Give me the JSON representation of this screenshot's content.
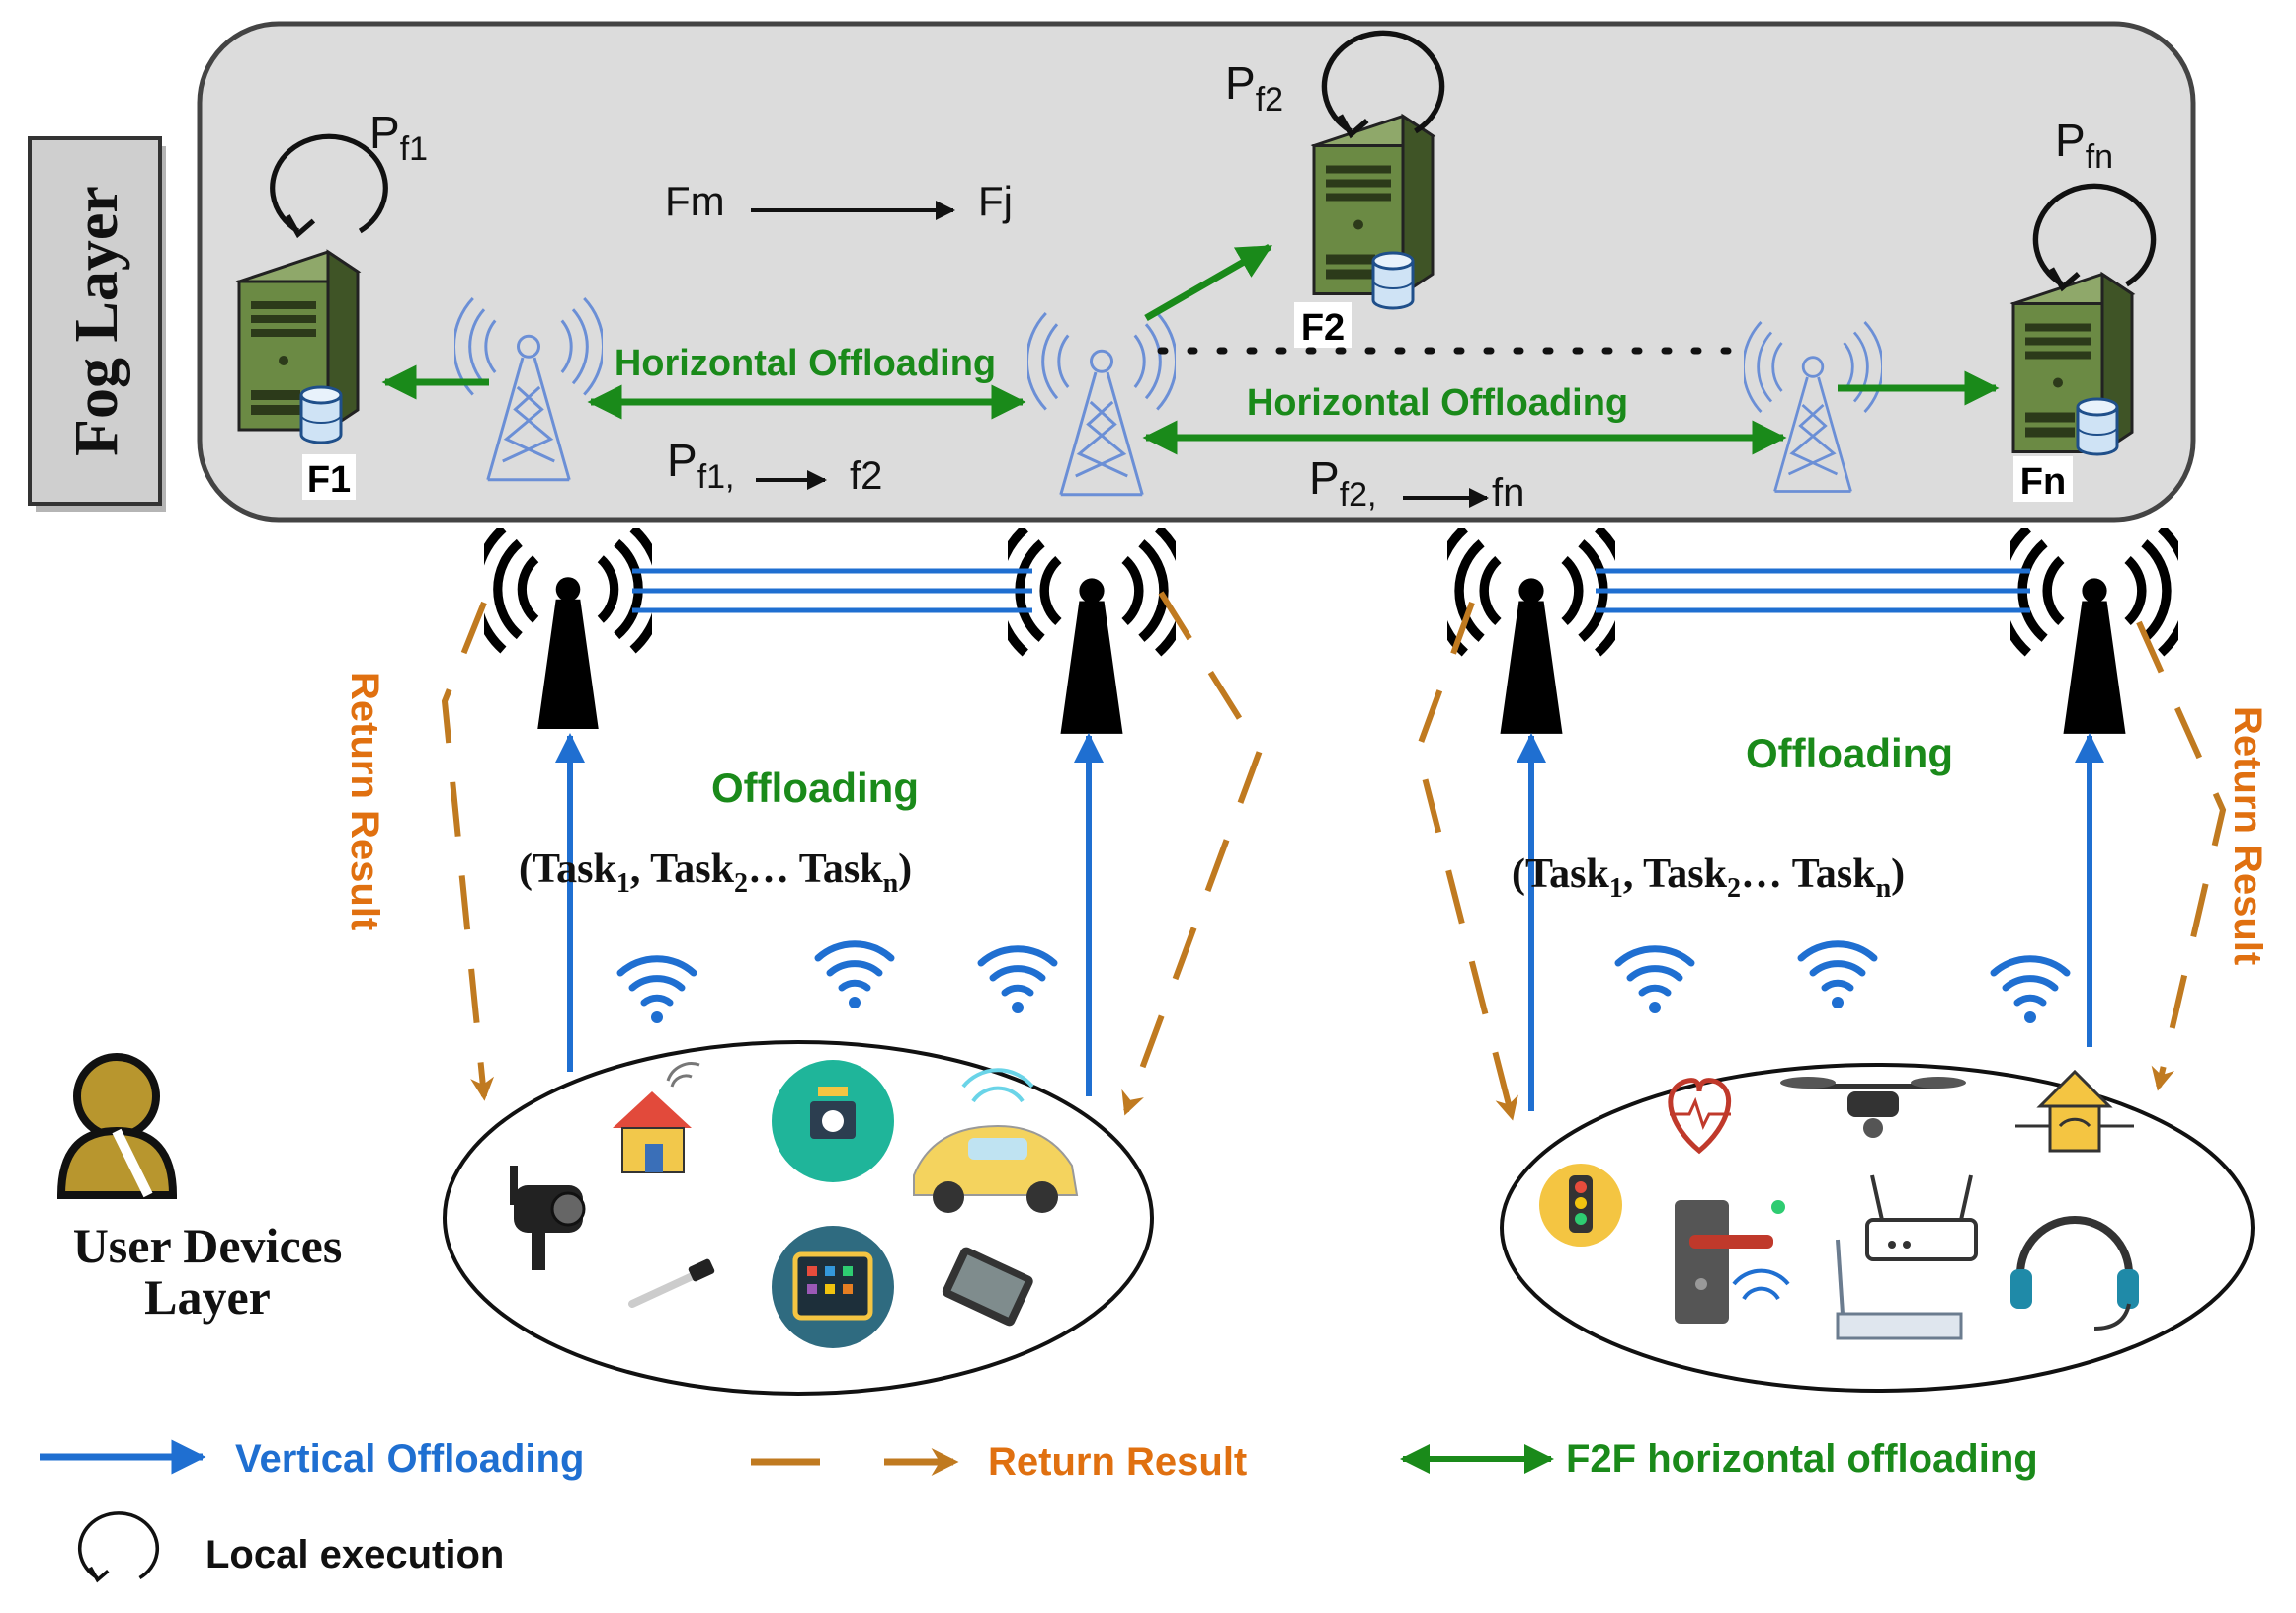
{
  "fog_layer": {
    "label": "Fog Layer",
    "nodes": [
      {
        "id": "F1",
        "label": "F1",
        "local_label_main": "P",
        "local_label_sub": "f1"
      },
      {
        "id": "F2",
        "label": "F2",
        "local_label_main": "P",
        "local_label_sub": "f2"
      },
      {
        "id": "Fn",
        "label": "Fn",
        "local_label_main": "P",
        "local_label_sub": "fn"
      }
    ],
    "fm_fj": {
      "from": "Fm",
      "to": "Fj"
    },
    "horizontal_offloading_label": "Horizontal Offloading",
    "pf1_f2": {
      "main": "P",
      "sub": "f1,",
      "target": "f2"
    },
    "pf2_fn": {
      "main": "P",
      "sub": "f2,",
      "target": "fn"
    }
  },
  "user_layer": {
    "label_line1": "User Devices",
    "label_line2": "Layer",
    "offloading_label": "Offloading",
    "tasks": {
      "open": "(Task",
      "sub1": "1",
      "sep1": ", Task",
      "sub2": "2",
      "ellipsis": "… Task",
      "subn": "n",
      "close": ")"
    },
    "return_result_label": "Return Result"
  },
  "legend": {
    "vertical_offloading": "Vertical Offloading",
    "return_result": "Return Result",
    "f2f_horizontal": "F2F horizontal offloading",
    "local_execution": "Local execution"
  },
  "colors": {
    "blue": "#1f6fd1",
    "green": "#1a8a1a",
    "orange": "#e07010",
    "dashed_brown": "#c07a20",
    "fog_bg": "#d9d9d9",
    "server_green": "#5f7a3a",
    "tower_blue": "#6b8fd6"
  },
  "icons": [
    "server-icon",
    "database-icon",
    "antenna-tower-icon",
    "cell-tower-icon",
    "wifi-icon",
    "user-icon",
    "house-icon",
    "camera-icon",
    "car-icon",
    "smartphone-icon",
    "heart-monitor-icon",
    "drone-icon",
    "smart-lock-icon",
    "router-icon",
    "headset-icon",
    "traffic-light-icon"
  ]
}
